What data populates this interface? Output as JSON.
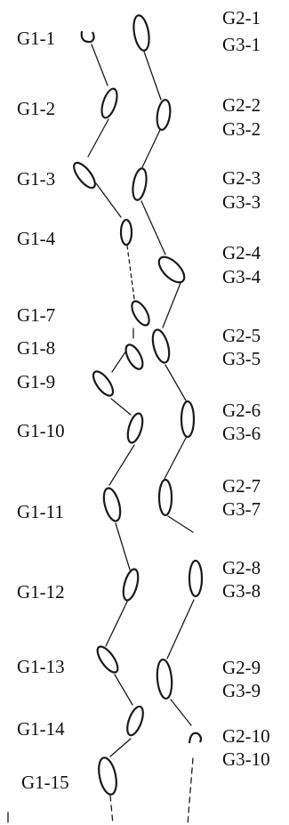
{
  "labels": {
    "g1": [
      "G1-1",
      "G1-2",
      "G1-3",
      "G1-4",
      "G1-7",
      "G1-8",
      "G1-9",
      "G1-10",
      "G1-11",
      "G1-12",
      "G1-13",
      "G1-14",
      "G1-15"
    ],
    "g2": [
      "G2-1",
      "G2-2",
      "G2-3",
      "G2-4",
      "G2-5",
      "G2-6",
      "G2-7",
      "G2-8",
      "G2-9",
      "G2-10"
    ],
    "g3": [
      "G3-1",
      "G3-2",
      "G3-3",
      "G3-4",
      "G3-5",
      "G3-6",
      "G3-7",
      "G3-8",
      "G3-9",
      "G3-10"
    ]
  }
}
